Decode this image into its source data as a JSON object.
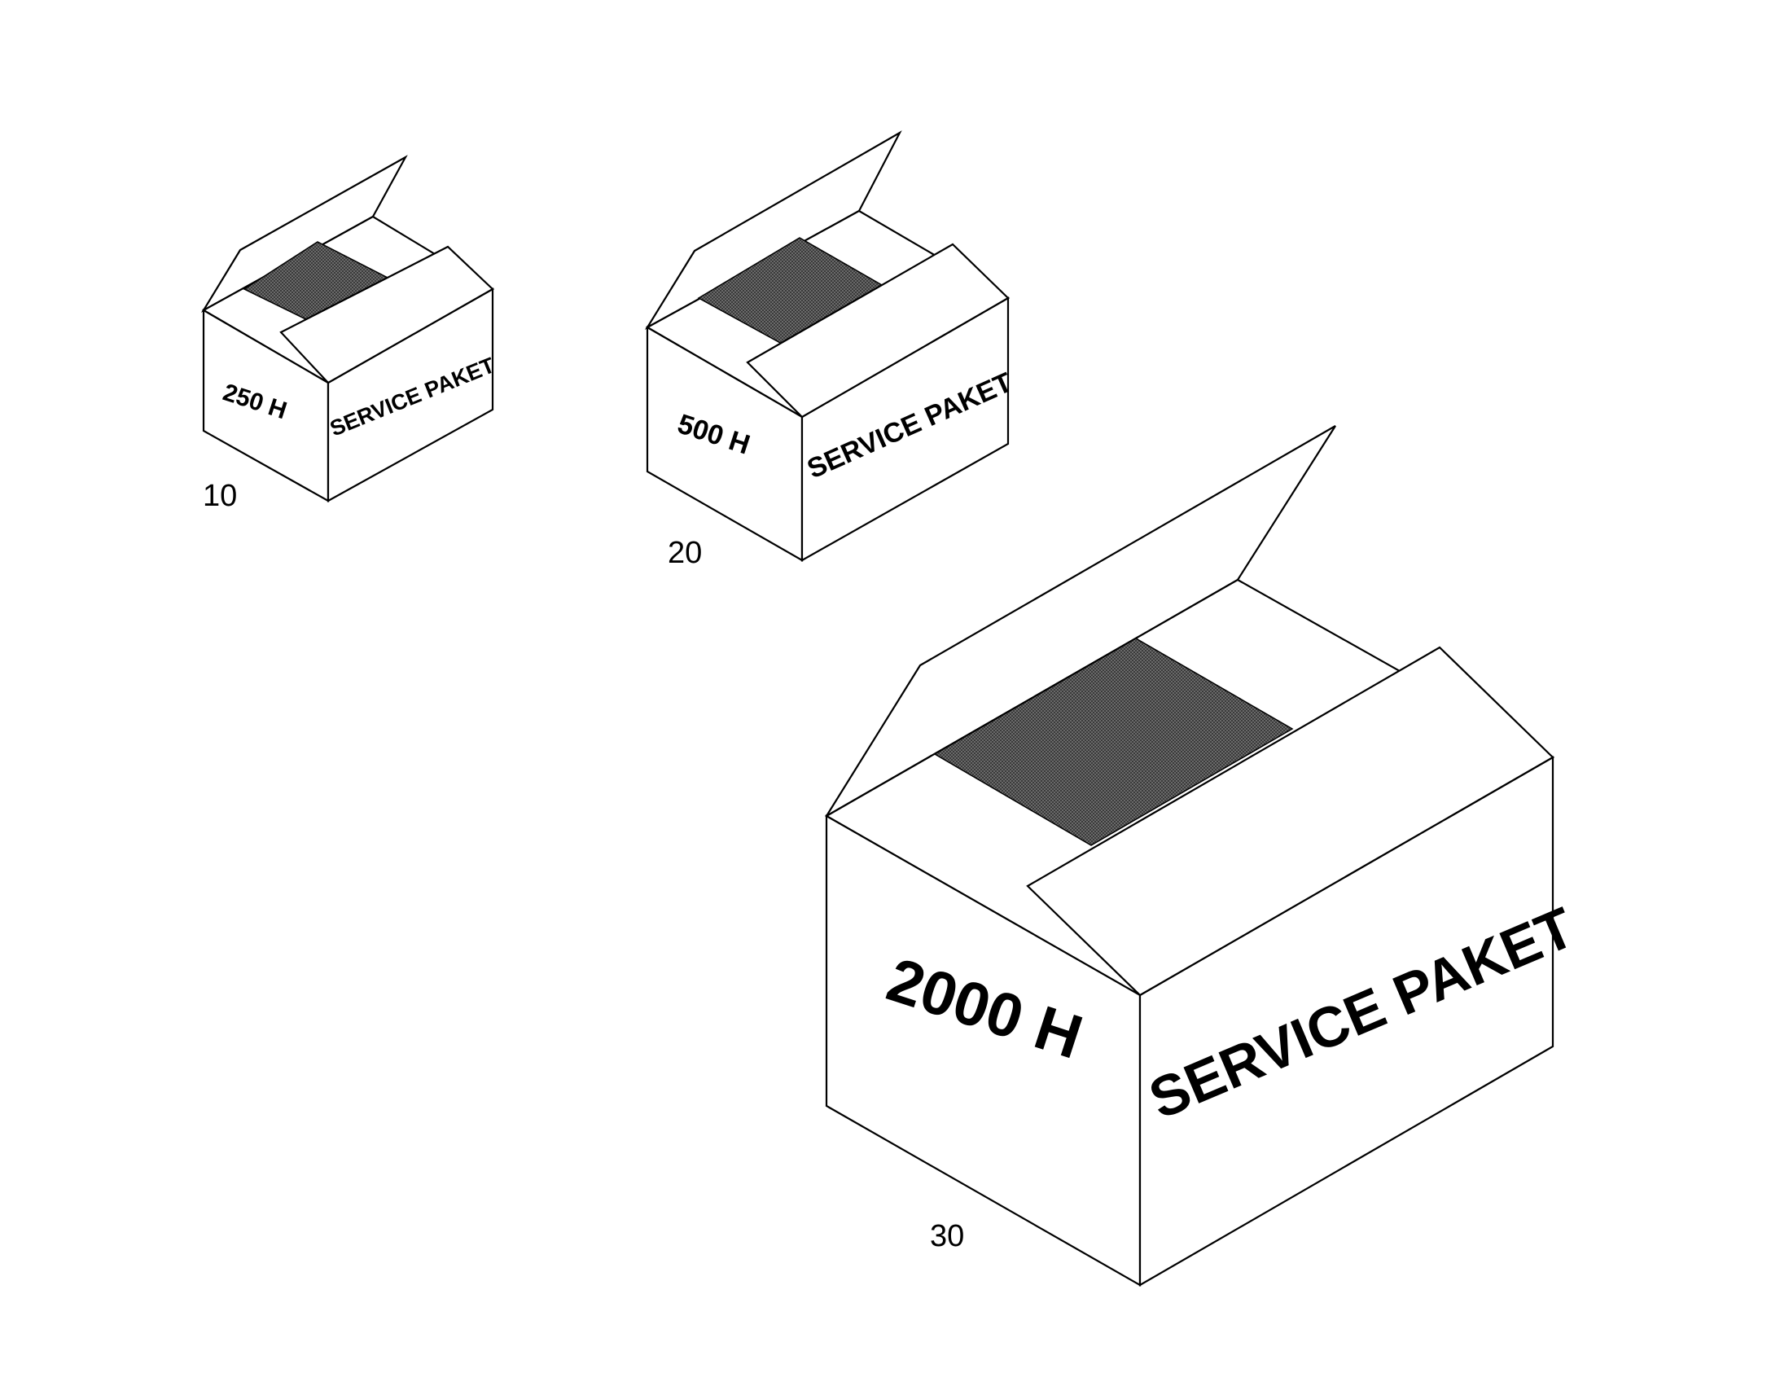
{
  "colors": {
    "line": "#000000",
    "box_fill": "#ffffff",
    "window_fill": "#555555"
  },
  "boxes": [
    {
      "id": "box-10",
      "ref": "10",
      "front_label": "250 H",
      "side_label": "SERVICE PAKET"
    },
    {
      "id": "box-20",
      "ref": "20",
      "front_label": "500 H",
      "side_label": "SERVICE PAKET"
    },
    {
      "id": "box-30",
      "ref": "30",
      "front_label": "2000 H",
      "side_label": "SERVICE PAKET"
    }
  ]
}
